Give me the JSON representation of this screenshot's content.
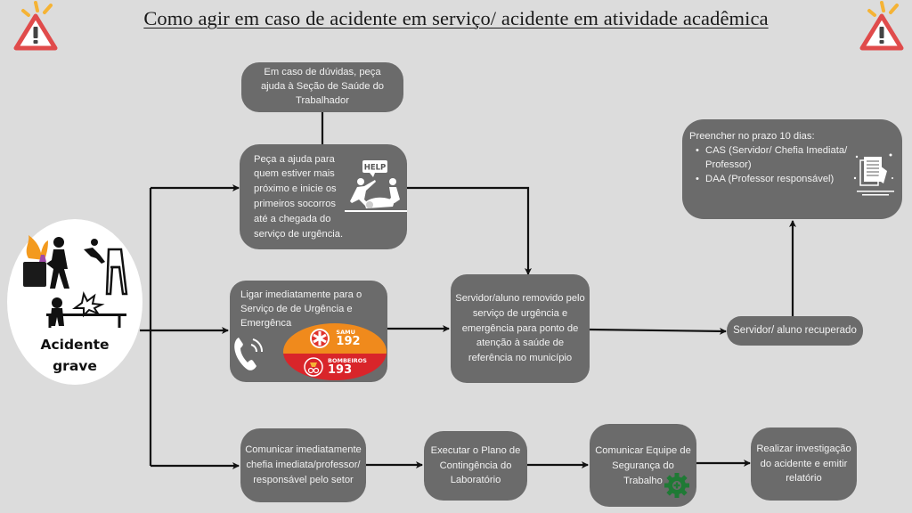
{
  "title": "Como agir em caso de acidente em serviço/ acidente em atividade acadêmica",
  "icons": {
    "left_warning": "warning-triangle-icon",
    "right_warning": "warning-triangle-icon",
    "help": "first-aid-help-icon",
    "phone": "phone-ringing-icon",
    "document": "document-form-icon",
    "gear": "safety-gear-plus-icon"
  },
  "start_node": {
    "label_line1": "Acidente",
    "label_line2": "grave",
    "illustration": "accident-scenes-icon"
  },
  "nodes": {
    "duvidas": "Em caso de dúvidas, peça\najuda à Seção de Saúde do\nTrabalhador",
    "ajuda": "Peça a ajuda   para\nquem estiver mais\npróximo e inicie os\nprimeiros socorros\naté a chegada do\nserviço de urgência.",
    "ligar": "Ligar imediatamente para o\nServiço de de Urgência e\nEmergênca",
    "removido": "Servidor/aluno removido pelo\nserviço de urgência e\nemergência para  ponto de\natenção à saúde  de\nreferência no município",
    "recuperado": "Servidor/ aluno recuperado",
    "preencher": {
      "heading": "Preencher no prazo 10 dias:",
      "items": [
        "CAS  (Servidor/  Chefia  Imediata/ Professor)",
        "DAA (Professor responsável)"
      ]
    },
    "comunicar_chefia": "Comunicar imediatamente\nchefia imediata/professor/\nresponsável pelo setor",
    "plano": "Executar o Plano de\nContingência do\nLaboratório",
    "seguranca": "Comunicar Equipe de\nSegurança do\nTrabalho",
    "investigacao": "Realizar investigação\ndo acidente e emitir\nrelatório"
  },
  "help_sign": "HELP",
  "emergency_numbers": [
    {
      "service": "SAMU",
      "number": "192",
      "color": "#f08a1c"
    },
    {
      "service": "BOMBEIROS",
      "number": "193",
      "color": "#d9252a"
    }
  ],
  "colors": {
    "background": "#dcdcdc",
    "box": "#6b6b6b",
    "box_text": "#f2f2f2",
    "connector": "#111111",
    "gear": "#1f7a35"
  }
}
